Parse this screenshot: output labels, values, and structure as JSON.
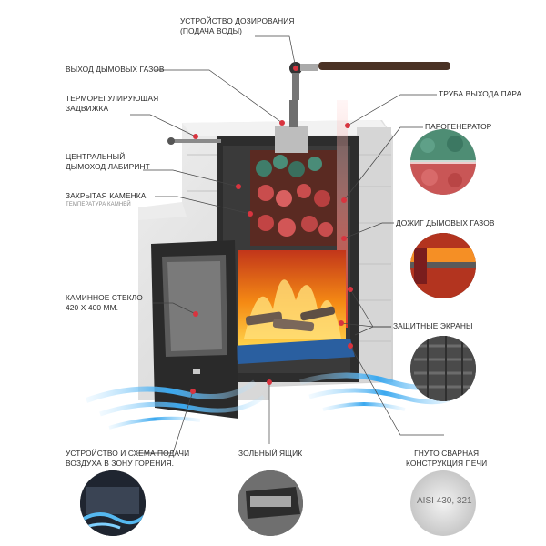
{
  "labels": {
    "dosing_line1": "УСТРОЙСТВО ДОЗИРОВАНИЯ",
    "dosing_line2": "(ПОДАЧА ВОДЫ)",
    "flue_outlet": "ВЫХОД ДЫМОВЫХ ГАЗОВ",
    "thermo_line1": "ТЕРМОРЕГУЛИРУЮЩАЯ",
    "thermo_line2": "ЗАДВИЖКА",
    "central_line1": "ЦЕНТРАЛЬНЫЙ",
    "central_line2": "ДЫМОХОД ЛАБИРИНТ",
    "closed_heater": "ЗАКРЫТАЯ КАМЕНКА",
    "closed_heater_sub": "ТЕМПЕРАТУРА КАМНЕЙ",
    "glass_line1": "КАМИННОЕ СТЕКЛО",
    "glass_line2": "420 Х 400 ММ.",
    "steam_pipe": "ТРУБА ВЫХОДА ПАРА",
    "steam_gen": "ПАРОГЕНЕРАТОР",
    "afterburn": "ДОЖИГ ДЫМОВЫХ ГАЗОВ",
    "screens": "ЗАЩИТНЫЕ ЭКРАНЫ",
    "air_line1": "УСТРОЙСТВО И СХЕМА ПОДАЧИ",
    "air_line2": "ВОЗДУХА В ЗОНУ ГОРЕНИЯ.",
    "ash_box": "ЗОЛЬНЫЙ ЯЩИК",
    "bent_line1": "ГНУТО СВАРНАЯ",
    "bent_line2": "КОНСТРУКЦИЯ ПЕЧИ",
    "steel_grade": "AISI 430, 321"
  },
  "colors": {
    "stone": "#dcdcdc",
    "body_dark": "#2a2a2a",
    "fire": "#f07a10",
    "air": "#55b8f0",
    "marker": "#d8343f"
  }
}
